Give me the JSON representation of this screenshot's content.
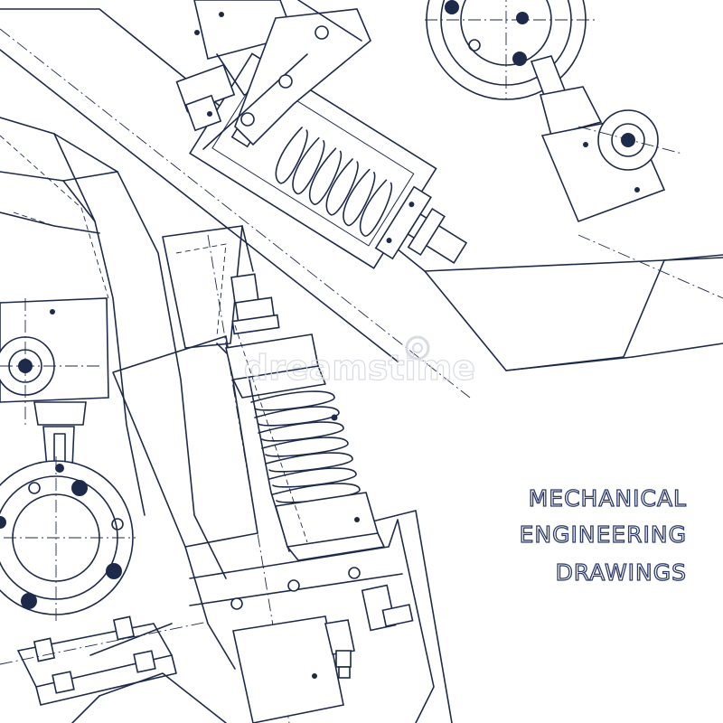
{
  "title_lines": [
    "MECHANICAL",
    "ENGINEERING",
    "DRAWINGS"
  ],
  "watermark": "dreamstime",
  "colors": {
    "line": "#1e2a4a",
    "title_outline": "#2b3a67",
    "background": "#ffffff",
    "watermark": "#d4d8e0"
  }
}
